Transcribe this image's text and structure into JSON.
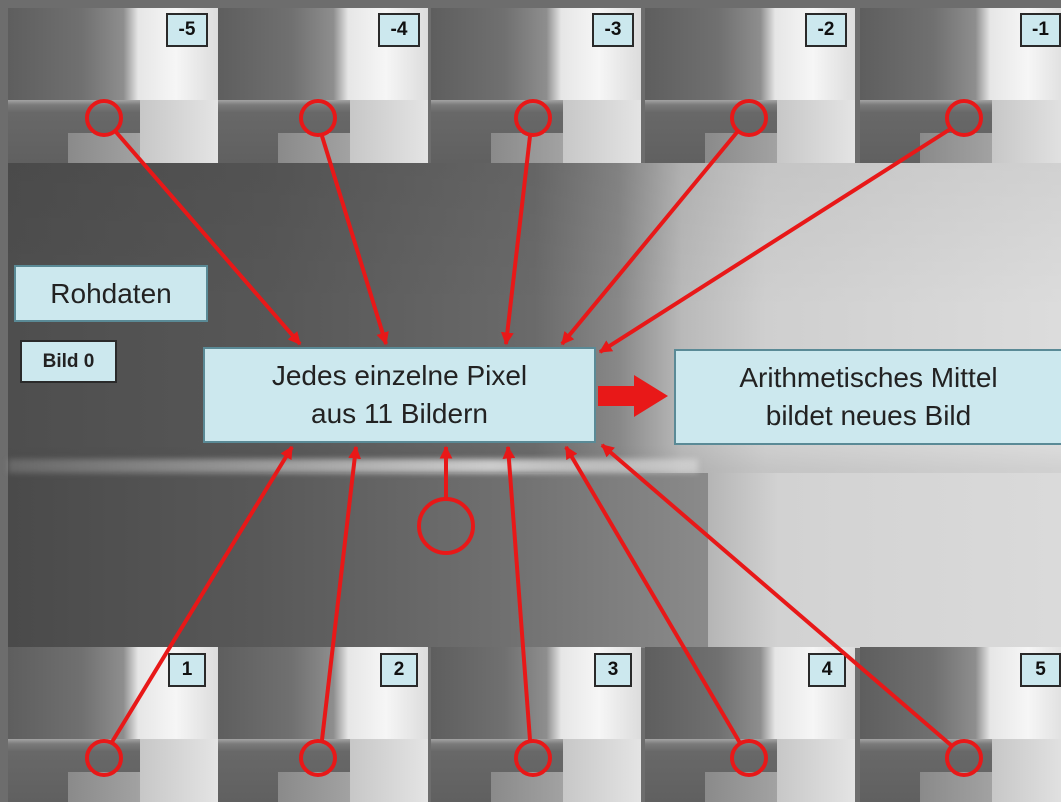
{
  "labels": {
    "raw": "Rohdaten",
    "frame0": "Bild 0",
    "center_line1": "Jedes einzelne Pixel",
    "center_line2": "aus 11 Bildern",
    "result_line1": "Arithmetisches Mittel",
    "result_line2": "bildet neues Bild"
  },
  "frames_top": [
    "-5",
    "-4",
    "-3",
    "-2",
    "-1"
  ],
  "frames_bottom": [
    "1",
    "2",
    "3",
    "4",
    "5"
  ],
  "colors": {
    "accent": "#e81818",
    "box_fill": "#cce8ee"
  }
}
